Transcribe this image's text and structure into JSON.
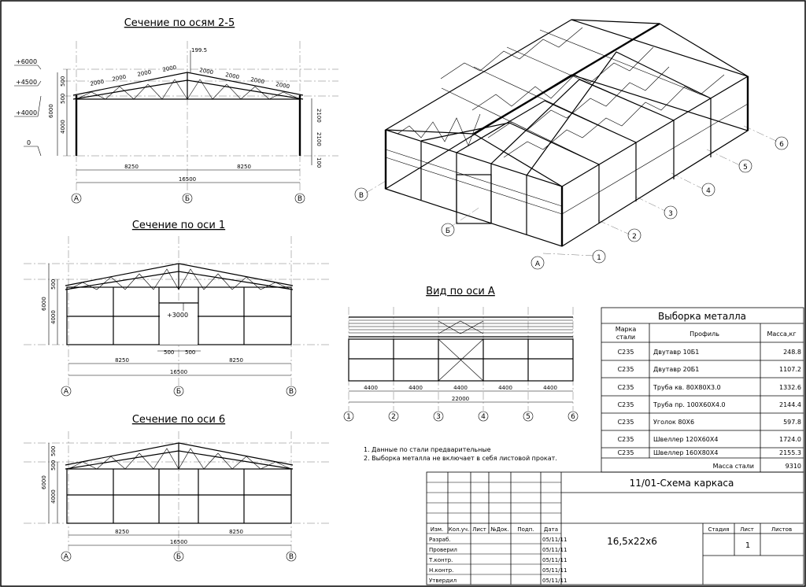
{
  "sections": {
    "s25": {
      "title": "Сечение по осям 2-5"
    },
    "s1": {
      "title": "Сечение по оси 1"
    },
    "s6": {
      "title": "Сечение по оси 6"
    },
    "sA": {
      "title": "Вид по оси А"
    }
  },
  "levels": [
    "+6000",
    "+4500",
    "+4000",
    "0"
  ],
  "dims": {
    "d8250": "8250",
    "d16500": "16500",
    "d22000": "22000",
    "d4400": "4400",
    "d2000": "2000",
    "d199": "199.5",
    "d6000": "6000",
    "d4000": "4000",
    "d500": "500",
    "d2100": "2100",
    "d100": "100",
    "elev3000": "+3000"
  },
  "axes_letters": [
    "А",
    "Б",
    "В"
  ],
  "axes_numbers": [
    "1",
    "2",
    "3",
    "4",
    "5",
    "6"
  ],
  "notes": [
    "1. Данные по стали предварительные",
    "2. Выборка металла не включает в себя листовой прокат."
  ],
  "table": {
    "title": "Выборка металла",
    "headers": {
      "grade": "Марка стали",
      "profile": "Профиль",
      "mass": "Масса,кг"
    },
    "rows": [
      {
        "grade": "C235",
        "profile": "Двутавр 10Б1",
        "mass": "248.8"
      },
      {
        "grade": "C235",
        "profile": "Двутавр 20Б1",
        "mass": "1107.2"
      },
      {
        "grade": "C235",
        "profile": "Труба кв. 80Х80Х3.0",
        "mass": "1332.6"
      },
      {
        "grade": "C235",
        "profile": "Труба пр. 100Х60Х4.0",
        "mass": "2144.4"
      },
      {
        "grade": "C235",
        "profile": "Уголок 80Х6",
        "mass": "597.8"
      },
      {
        "grade": "C235",
        "profile": "Швеллер 120Х60Х4",
        "mass": "1724.0"
      },
      {
        "grade": "C235",
        "profile": "Швеллер 160Х80Х4",
        "mass": "2155.3"
      }
    ],
    "total_label": "Масса стали",
    "total_value": "9310"
  },
  "stamp": {
    "project": "11/01-Схема каркаса",
    "object": "16,5х22х6",
    "cols": [
      "Изм.",
      "Кол.уч.",
      "Лист",
      "№Док.",
      "Подп.",
      "Дата"
    ],
    "roles": [
      "Разраб.",
      "Проверил",
      "Т.контр.",
      "",
      "Н.контр.",
      "Утвердил"
    ],
    "dates": [
      "05/11/11",
      "05/11/11",
      "05/11/11",
      "",
      "05/11/11",
      "05/11/11"
    ],
    "stage_label": "Стадия",
    "sheet_label": "Лист",
    "sheets_label": "Листов",
    "sheet_value": "1"
  }
}
